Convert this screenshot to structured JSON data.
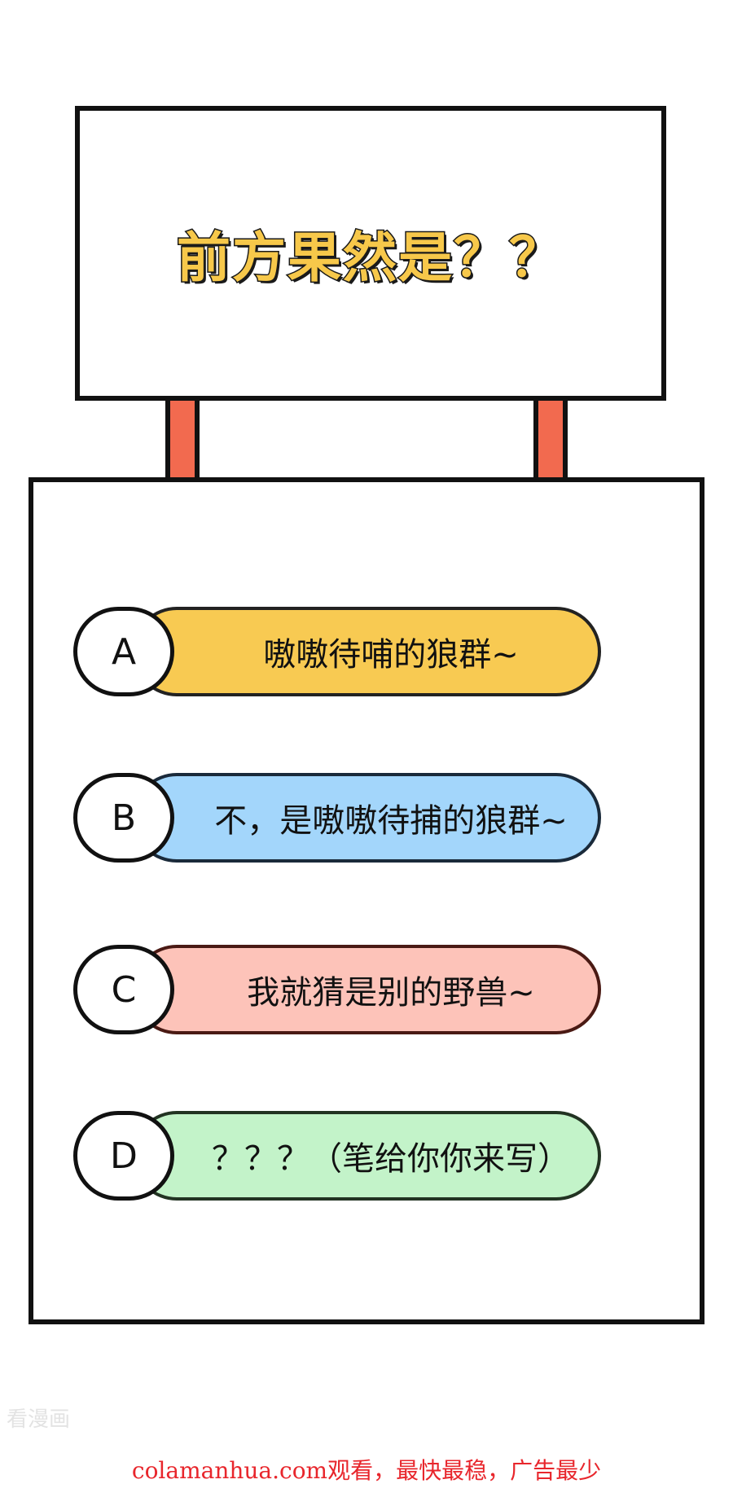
{
  "sign": {
    "title": "前方果然是？？"
  },
  "options": [
    {
      "letter": "A",
      "text": "嗷嗷待哺的狼群~",
      "fill": "#f8ca52",
      "border": "#222222"
    },
    {
      "letter": "B",
      "text": "不，是嗷嗷待捕的狼群~",
      "fill": "#a3d6fb",
      "border": "#1a2a3a"
    },
    {
      "letter": "C",
      "text": "我就猜是别的野兽~",
      "fill": "#fdc3b9",
      "border": "#4a1a14"
    },
    {
      "letter": "D",
      "text": "？？？（笔给你你来写）",
      "fill": "#c3f3c9",
      "border": "#223322"
    }
  ],
  "footer": {
    "watermark": "看漫画",
    "ad": "colamanhua.com观看，最快最稳，广告最少"
  },
  "colors": {
    "title_fill": "#f7c84a",
    "post": "#f26a4f",
    "ad_text": "#e8262c"
  }
}
